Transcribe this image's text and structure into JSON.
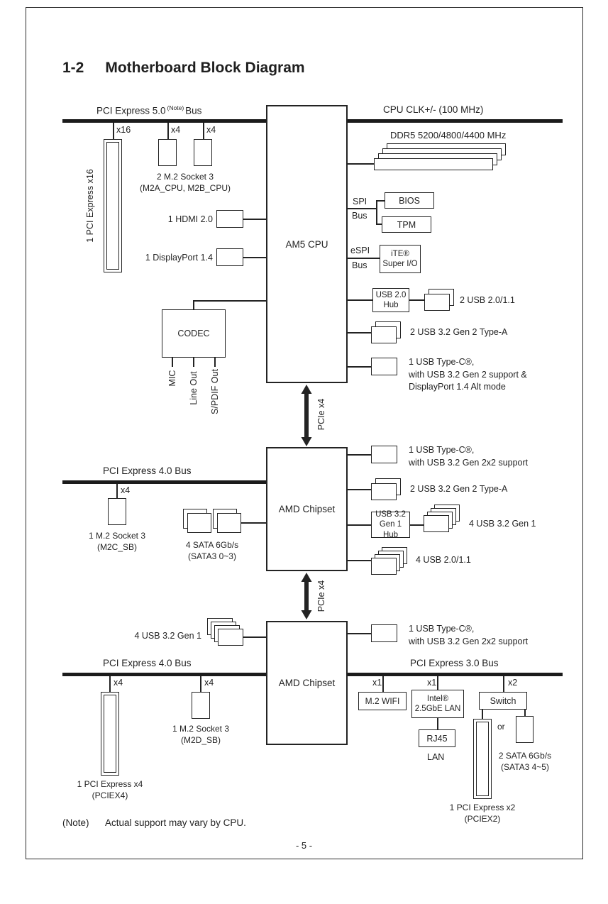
{
  "colors": {
    "ink": "#232323"
  },
  "page": {
    "section_number": "1-2",
    "title": "Motherboard Block Diagram",
    "note_label": "(Note)",
    "note_text": "Actual support may vary by CPU.",
    "page_number": "- 5 -"
  },
  "cpu_section": {
    "cpu_label": "AM5 CPU",
    "pcie5_bus_prefix": "PCI Express 5.0",
    "pcie5_bus_sup": "(Note)",
    "pcie5_bus_suffix": "Bus",
    "x16": "x16",
    "x4_a": "x4",
    "x4_b": "x4",
    "pcie_x16_slot": "1 PCI Express x16",
    "m2_caption_line1": "2 M.2 Socket 3",
    "m2_caption_line2": "(M2A_CPU, M2B_CPU)",
    "cpu_clk": "CPU CLK+/- (100 MHz)",
    "ddr5": "DDR5 5200/4800/4400 MHz",
    "spi": "SPI",
    "spi_bus": "Bus",
    "bios": "BIOS",
    "tpm": "TPM",
    "espi": "eSPI",
    "espi_bus": "Bus",
    "ite_line1": "iTE®",
    "ite_line2": "Super I/O",
    "usb2_hub_line1": "USB 2.0",
    "usb2_hub_line2": "Hub",
    "usb2_out": "2 USB 2.0/1.1",
    "usb32_gen2": "2 USB 3.2 Gen 2 Type-A",
    "typec_line1": "1 USB Type-C®,",
    "typec_line2": "with USB 3.2 Gen 2 support &",
    "typec_line3": "DisplayPort 1.4 Alt mode",
    "hdmi": "1 HDMI 2.0",
    "dp": "1 DisplayPort 1.4",
    "codec": "CODEC",
    "mic": "MIC",
    "line_out": "Line Out",
    "spdif": "S/PDIF Out"
  },
  "link1": "PCIe x4",
  "link2": "PCIe x4",
  "chipset1": {
    "label": "AMD Chipset",
    "bus": "PCI Express 4.0 Bus",
    "x4": "x4",
    "m2_caption_line1": "1 M.2 Socket 3",
    "m2_caption_line2": "(M2C_SB)",
    "sata_caption_line1": "4 SATA 6Gb/s",
    "sata_caption_line2": "(SATA3 0~3)",
    "typec_line1": "1 USB Type-C®,",
    "typec_line2": "with USB 3.2 Gen 2x2 support",
    "usb32_gen2": "2 USB 3.2 Gen 2 Type-A",
    "hub_line1": "USB 3.2",
    "hub_line2": "Gen 1 Hub",
    "usb32_gen1": "4 USB 3.2 Gen 1",
    "usb2_out": "4 USB 2.0/1.1"
  },
  "chipset2": {
    "label": "AMD Chipset",
    "usb32_gen1": "4 USB 3.2 Gen 1",
    "bus_left": "PCI Express 4.0 Bus",
    "bus_right": "PCI Express 3.0 Bus",
    "x4_a": "x4",
    "x4_b": "x4",
    "x1_a": "x1",
    "x1_b": "x1",
    "x2": "x2",
    "pciex4_caption_line1": "1 PCI Express x4",
    "pciex4_caption_line2": "(PCIEX4)",
    "m2_caption_line1": "1 M.2 Socket 3",
    "m2_caption_line2": "(M2D_SB)",
    "typec_line1": "1 USB Type-C®,",
    "typec_line2": "with USB 3.2 Gen 2x2 support",
    "wifi": "M.2 WIFI",
    "lan_line1": "Intel®",
    "lan_line2": "2.5GbE LAN",
    "rj45": "RJ45",
    "lan": "LAN",
    "switch": "Switch",
    "or": "or",
    "pciex2_caption_line1": "1 PCI Express x2",
    "pciex2_caption_line2": "(PCIEX2)",
    "sata_caption_line1": "2 SATA 6Gb/s",
    "sata_caption_line2": "(SATA3 4~5)"
  }
}
